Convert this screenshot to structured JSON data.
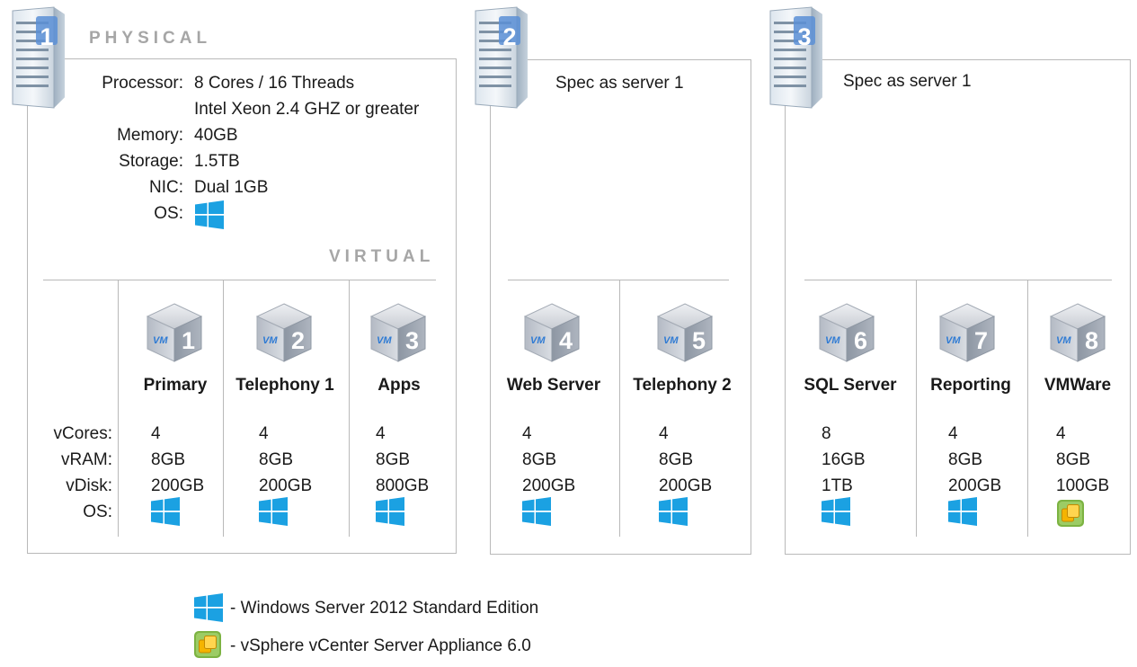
{
  "servers": [
    {
      "number": "1",
      "section_physical": "PHYSICAL",
      "section_virtual": "VIRTUAL"
    },
    {
      "number": "2",
      "note": "Spec as server 1"
    },
    {
      "number": "3",
      "note": "Spec as server 1"
    }
  ],
  "physical_specs": [
    {
      "label": "Processor:",
      "value": "8 Cores / 16 Threads",
      "value2": "Intel Xeon 2.4 GHZ or greater"
    },
    {
      "label": "Memory:",
      "value": "40GB"
    },
    {
      "label": "Storage:",
      "value": "1.5TB"
    },
    {
      "label": "NIC:",
      "value": "Dual 1GB"
    },
    {
      "label": "OS:",
      "os_icon": "windows-icon"
    }
  ],
  "vm_row_labels": [
    "vCores:",
    "vRAM:",
    "vDisk:",
    "OS:"
  ],
  "vms": [
    {
      "number": "1",
      "name": "Primary",
      "vcores": "4",
      "vram": "8GB",
      "vdisk": "200GB",
      "os": "windows"
    },
    {
      "number": "2",
      "name": "Telephony 1",
      "vcores": "4",
      "vram": "8GB",
      "vdisk": "200GB",
      "os": "windows"
    },
    {
      "number": "3",
      "name": "Apps",
      "vcores": "4",
      "vram": "8GB",
      "vdisk": "800GB",
      "os": "windows"
    },
    {
      "number": "4",
      "name": "Web Server",
      "vcores": "4",
      "vram": "8GB",
      "vdisk": "200GB",
      "os": "windows"
    },
    {
      "number": "5",
      "name": "Telephony 2",
      "vcores": "4",
      "vram": "8GB",
      "vdisk": "200GB",
      "os": "windows"
    },
    {
      "number": "6",
      "name": "SQL Server",
      "vcores": "8",
      "vram": "16GB",
      "vdisk": "1TB",
      "os": "windows"
    },
    {
      "number": "7",
      "name": "Reporting",
      "vcores": "4",
      "vram": "8GB",
      "vdisk": "200GB",
      "os": "windows"
    },
    {
      "number": "8",
      "name": "VMWare",
      "vcores": "4",
      "vram": "8GB",
      "vdisk": "100GB",
      "os": "vsphere"
    }
  ],
  "legend": [
    {
      "icon": "windows-icon",
      "text": "- Windows Server 2012 Standard Edition"
    },
    {
      "icon": "vsphere-icon",
      "text": "- vSphere vCenter Server Appliance 6.0"
    }
  ],
  "colors": {
    "windows": "#1ba1e2",
    "vsphere_green": "#7cb342",
    "vsphere_yellow": "#f5b400",
    "border": "#b9b9b9",
    "label_gray": "#a6a6a6"
  }
}
